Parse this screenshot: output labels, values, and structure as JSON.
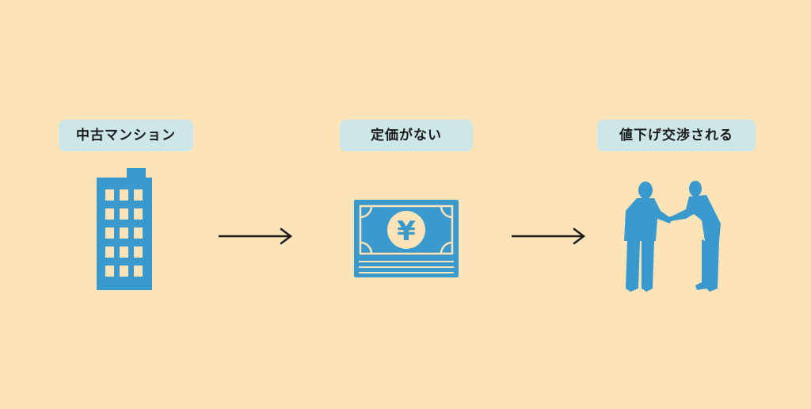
{
  "steps": [
    {
      "label": "中古マンション",
      "icon": "building-icon"
    },
    {
      "label": "定価がない",
      "icon": "yen-banknote-icon"
    },
    {
      "label": "値下げ交渉される",
      "icon": "negotiation-people-icon"
    }
  ],
  "colors": {
    "background": "#fce4b8",
    "label_bg": "#cde6e7",
    "icon": "#3a99cd",
    "arrow": "#1a1a1a"
  },
  "banknote_symbol": "¥"
}
